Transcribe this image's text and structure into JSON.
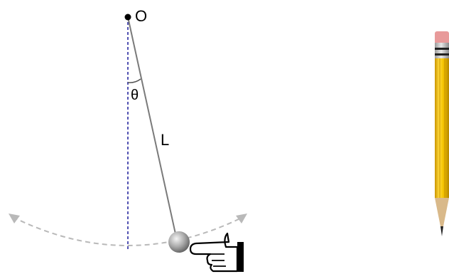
{
  "diagram": {
    "pivot_label": "O",
    "angle_label": "θ",
    "length_label": "L"
  },
  "colors": {
    "string": "#7a7a7a",
    "vertical_guide": "#1a1a9a",
    "swing_arc": "#b9b9b9",
    "bob": "#9a9a9a",
    "pencil_body": "#f5c400",
    "pencil_eraser": "#e89a9a",
    "pencil_wood": "#d9b98a"
  },
  "icons": [
    "pivot-dot-icon",
    "pendulum-bob-icon",
    "pointing-hand-icon",
    "pencil-icon",
    "arrowhead-icon"
  ]
}
